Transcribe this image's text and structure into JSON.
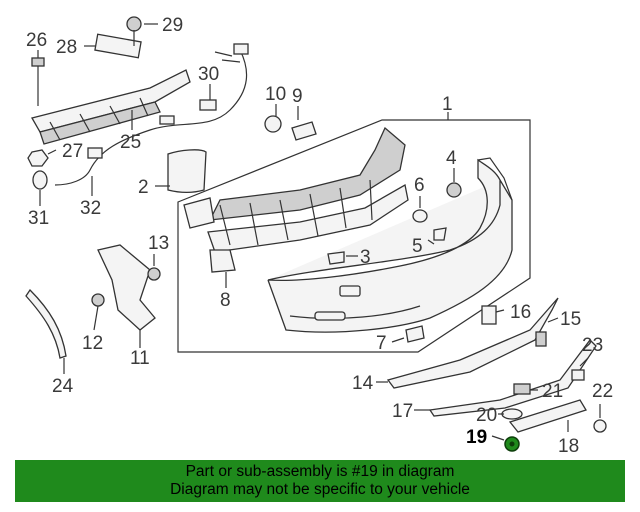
{
  "callouts": {
    "c1": "1",
    "c2": "2",
    "c3": "3",
    "c4": "4",
    "c5": "5",
    "c6": "6",
    "c7": "7",
    "c8": "8",
    "c9": "9",
    "c10": "10",
    "c11": "11",
    "c12": "12",
    "c13": "13",
    "c14": "14",
    "c15": "15",
    "c16": "16",
    "c17": "17",
    "c18": "18",
    "c19": "19",
    "c20": "20",
    "c21": "21",
    "c22": "22",
    "c23": "23",
    "c24": "24",
    "c25": "25",
    "c26": "26",
    "c27": "27",
    "c28": "28",
    "c29": "29",
    "c30": "30",
    "c31": "31",
    "c32": "32"
  },
  "highlight_part": "19",
  "colors": {
    "banner": "#1f8a1c",
    "highlight_part": "#1f8a1c"
  },
  "banner": {
    "line1": "Part or sub-assembly is #19 in diagram",
    "line2": "Diagram may not be specific to your vehicle"
  }
}
